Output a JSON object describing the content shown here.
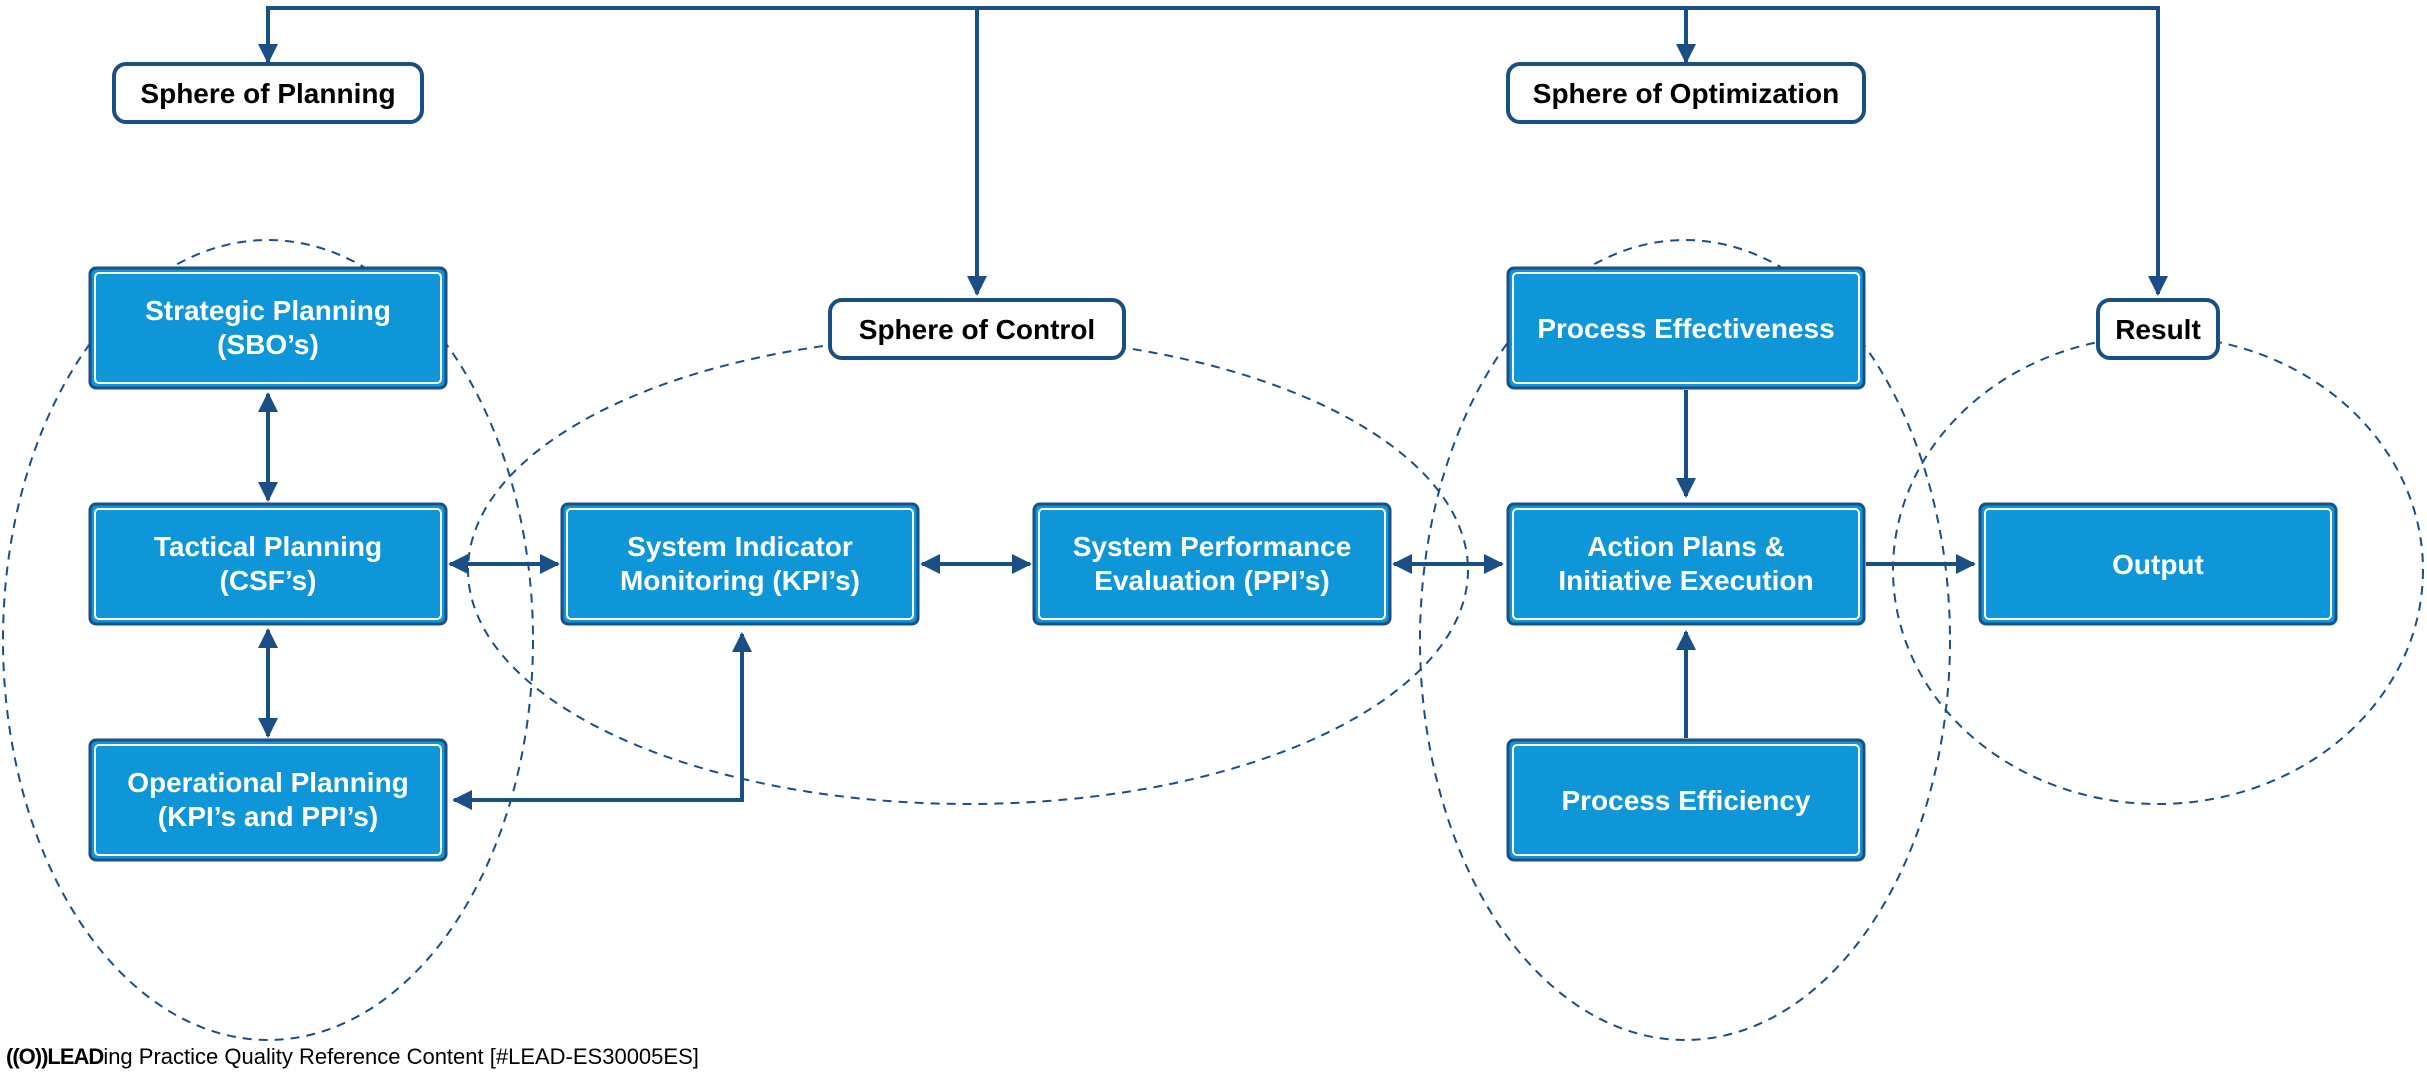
{
  "colors": {
    "box_fill": "#0E96D8",
    "box_border": "#1A4F86",
    "arrow": "#1A4F86",
    "ellipse": "#1A4F86",
    "label_border": "#1A4F86"
  },
  "spheres": {
    "planning": "Sphere of Planning",
    "control": "Sphere of Control",
    "optimization": "Sphere of Optimization",
    "result": "Result"
  },
  "boxes": {
    "strategic": [
      "Strategic Planning",
      "(SBO’s)"
    ],
    "tactical": [
      "Tactical Planning",
      "(CSF’s)"
    ],
    "operational": [
      "Operational Planning",
      "(KPI’s and PPI’s)"
    ],
    "monitoring": [
      "System Indicator",
      "Monitoring (KPI’s)"
    ],
    "evaluation": [
      "System Performance",
      "Evaluation (PPI’s)"
    ],
    "effectiveness": [
      "Process Effectiveness"
    ],
    "action": [
      "Action Plans &",
      "Initiative Execution"
    ],
    "efficiency": [
      "Process Efficiency"
    ],
    "output": [
      "Output"
    ]
  },
  "footer": {
    "logo": "((O))LEAD",
    "text": "ing Practice Quality Reference Content [#LEAD-ES30005ES]"
  }
}
